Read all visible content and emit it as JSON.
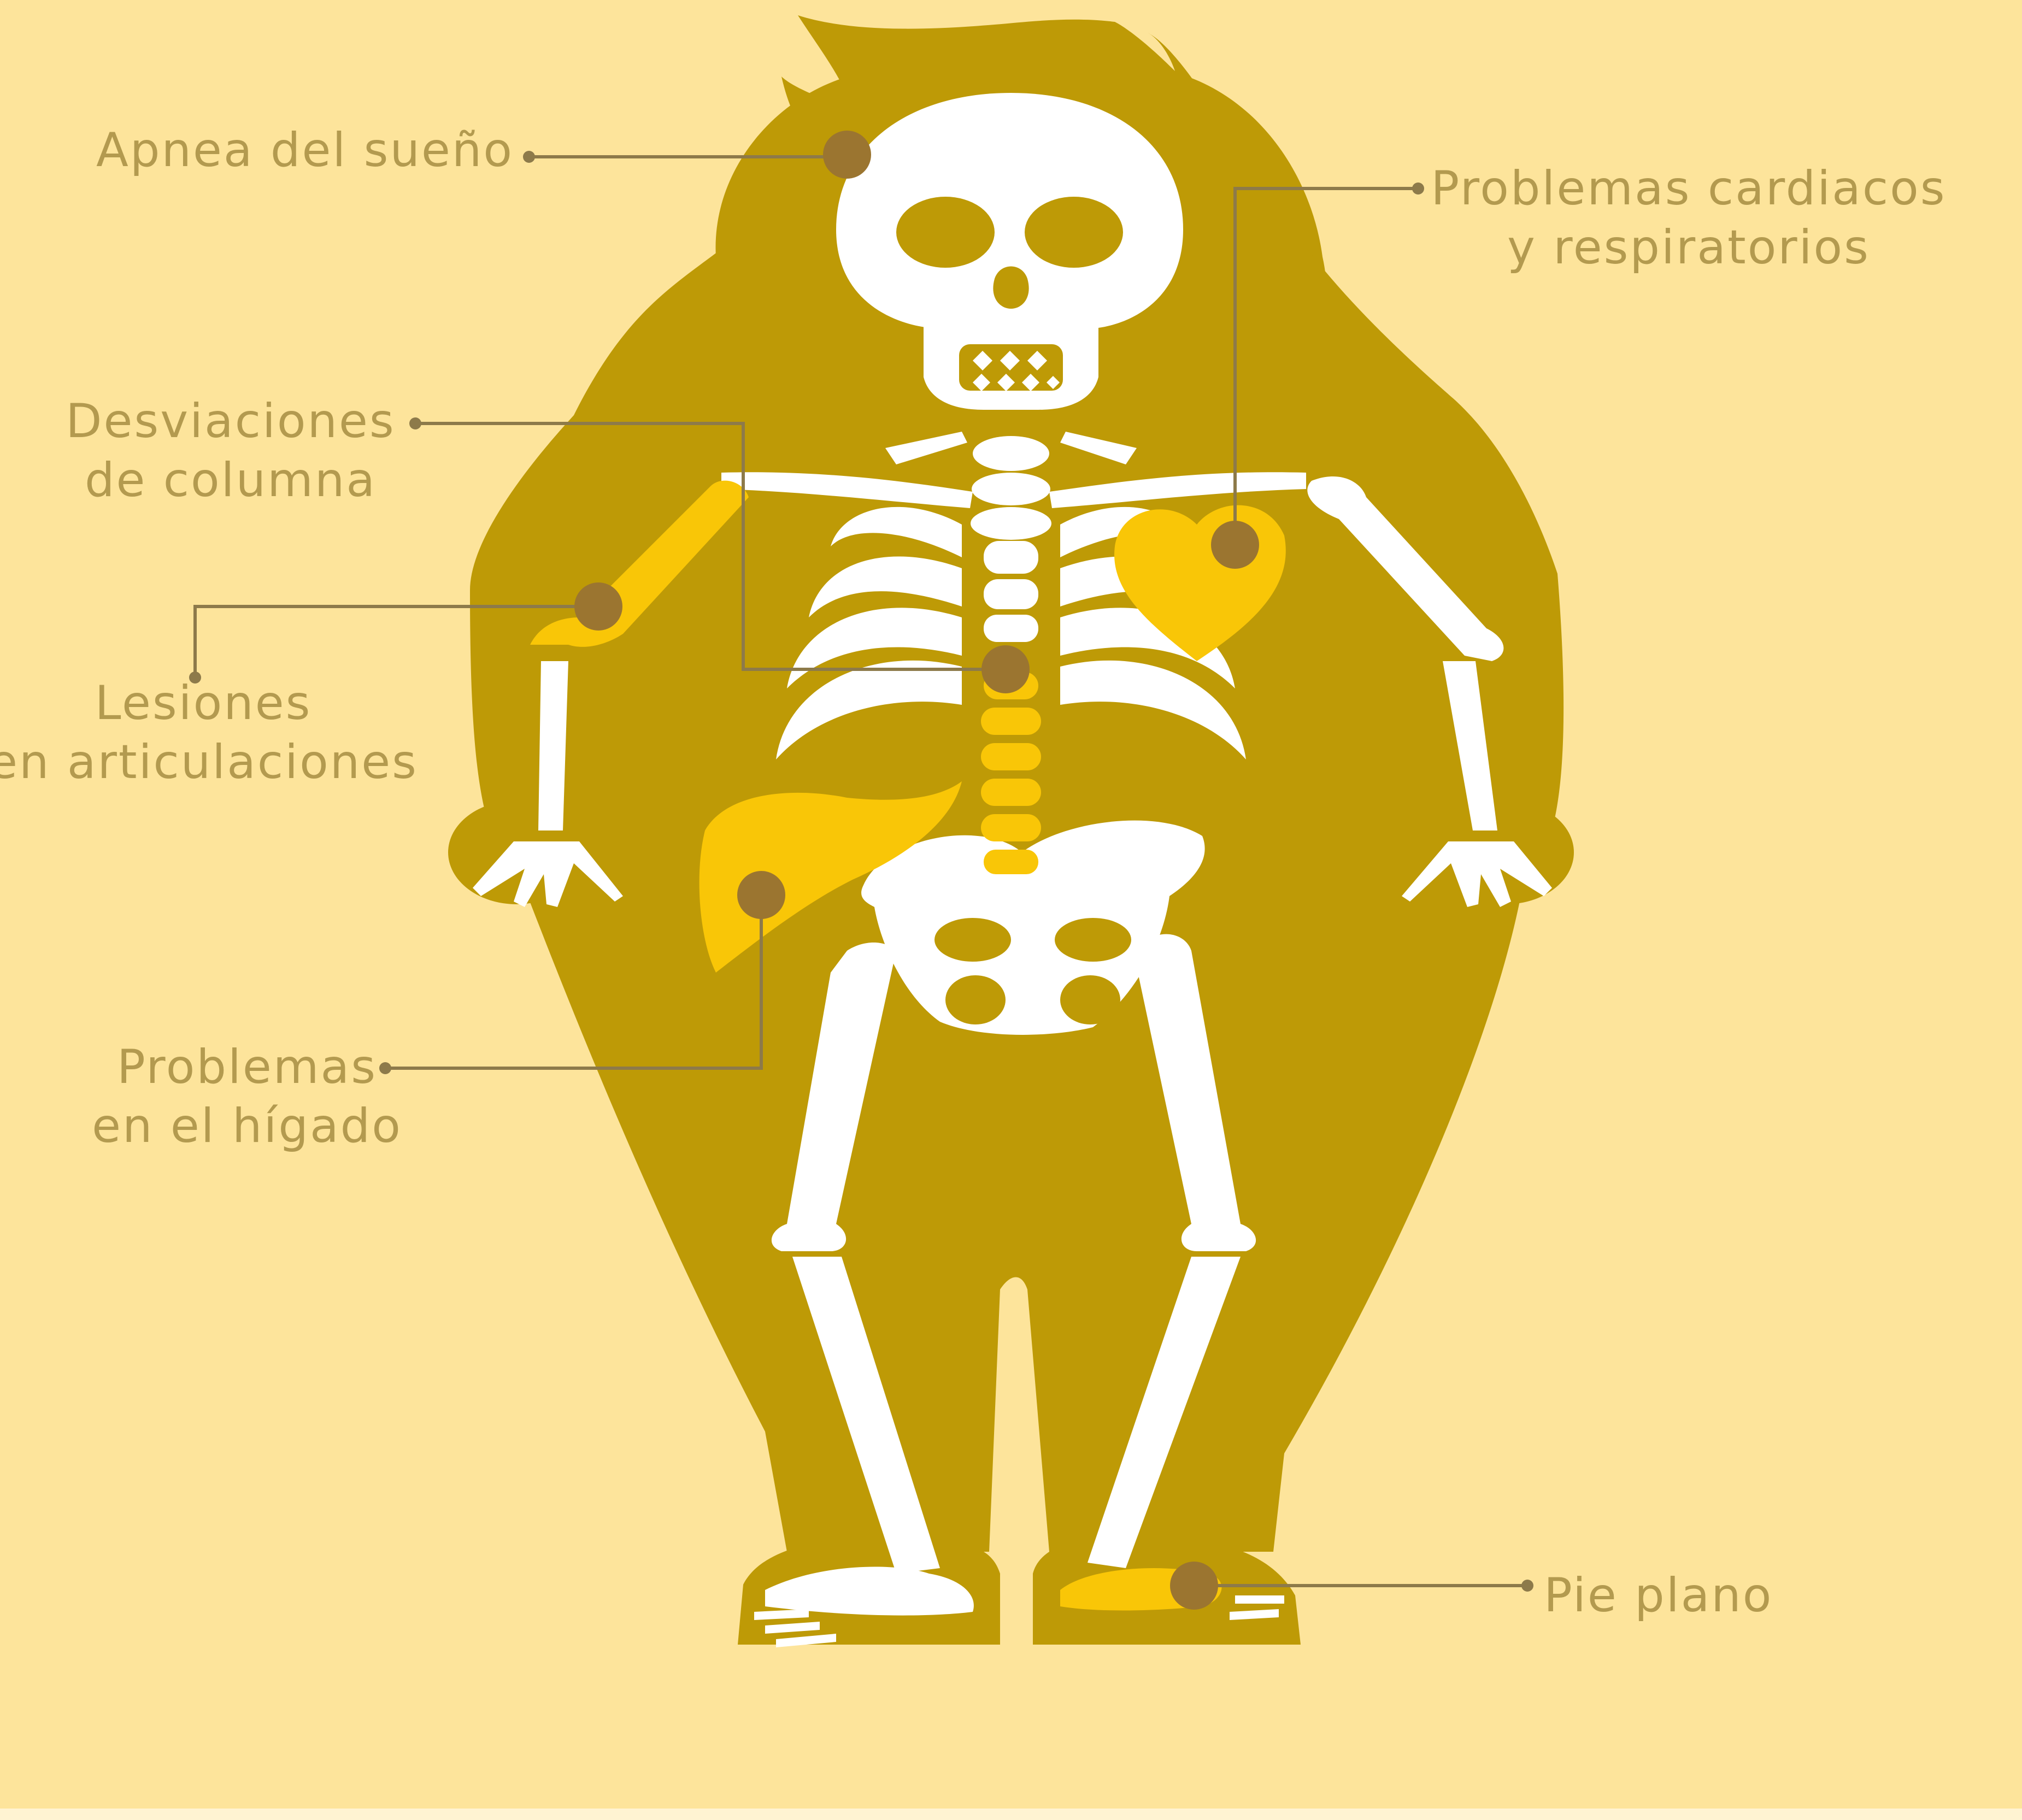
{
  "colors": {
    "background": "#FDE49B",
    "silhouette": "#BE9A06",
    "bone": "#FFFFFF",
    "highlight_organ": "#F9C607",
    "marker": "#9B7530",
    "leader_line": "#8D7A4A",
    "label_text": "#B39A4F"
  },
  "labels": {
    "sleep_apnea": "Apnea del sueño",
    "heart_line1": "Problemas cardiacos",
    "heart_line2": "y respiratorios",
    "spine_line1": "Desviaciones",
    "spine_line2": "de columna",
    "joints_line1": "Lesiones",
    "joints_line2": "en articulaciones",
    "liver_line1": "Problemas",
    "liver_line2": "en el hígado",
    "flat_foot": "Pie plano"
  }
}
